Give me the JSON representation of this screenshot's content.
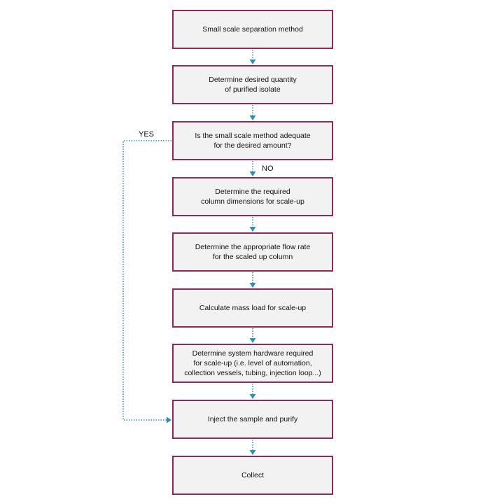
{
  "colors": {
    "box_border": "#8c2a5a",
    "box_fill": "#f2f2f2",
    "connector": "#2f8fb0",
    "text": "#111111"
  },
  "steps": [
    {
      "id": "small-scale-separation",
      "label": "Small scale separation method"
    },
    {
      "id": "determine-quantity",
      "label": "Determine desired quantity\nof purified isolate"
    },
    {
      "id": "method-adequate-decision",
      "label": "Is the small scale method adequate\nfor the desired amount?"
    },
    {
      "id": "column-dimensions",
      "label": "Determine the required\ncolumn dimensions for scale-up"
    },
    {
      "id": "flow-rate",
      "label": "Determine the appropriate flow rate\nfor the scaled up column"
    },
    {
      "id": "mass-load",
      "label": "Calculate mass load for scale-up"
    },
    {
      "id": "system-hardware",
      "label": "Determine system hardware required\nfor scale-up (i.e. level of automation,\ncollection vessels, tubing, injection loop...)"
    },
    {
      "id": "inject-purify",
      "label": "Inject the sample and purify"
    },
    {
      "id": "collect",
      "label": "Collect"
    }
  ],
  "branches": {
    "yes_label": "YES",
    "no_label": "NO"
  }
}
